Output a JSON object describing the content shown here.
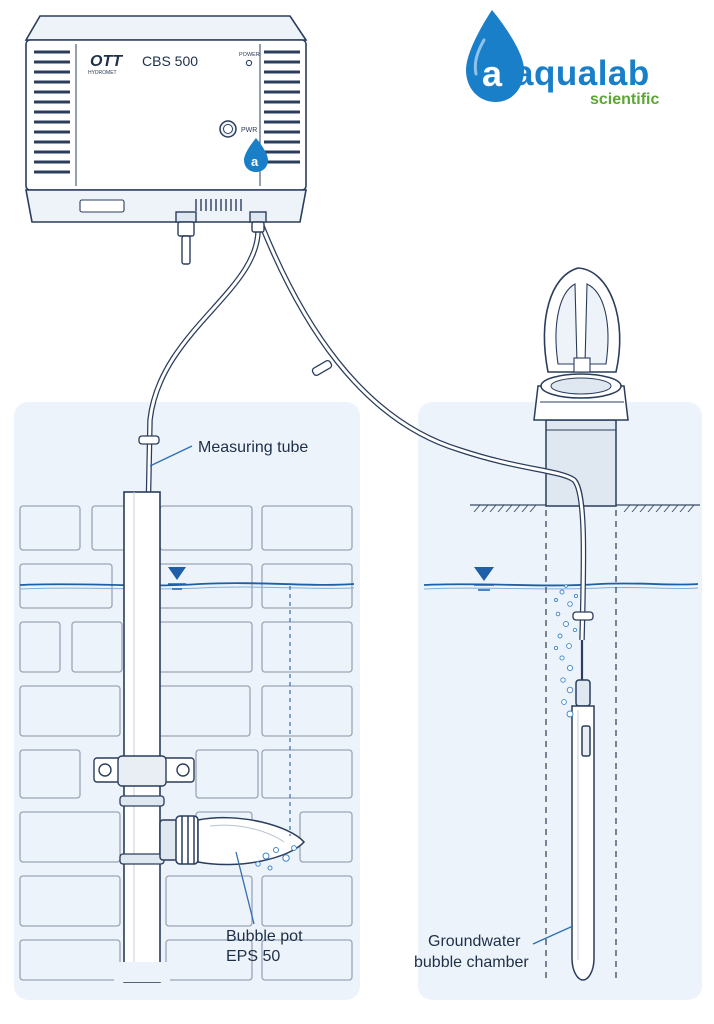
{
  "device": {
    "logo_text": "OTT",
    "logo_sub": "HYDROMET",
    "model": "CBS 500",
    "power_label": "POWER",
    "pwr_label": "PWR",
    "badge_letter": "a"
  },
  "brand": {
    "name": "aqualab",
    "drop_letter": "a",
    "tagline": "scientific"
  },
  "labels": {
    "measuring_tube": "Measuring tube",
    "bubble_pot_line1": "Bubble pot",
    "bubble_pot_line2": "EPS 50",
    "groundwater_line1": "Groundwater",
    "groundwater_line2": "bubble chamber"
  },
  "colors": {
    "brand_blue": "#1a7fc9",
    "brand_green": "#5aa832",
    "panel_bg": "#edf3fa",
    "outline": "#2a3d5c",
    "water": "#1f5fa8"
  }
}
